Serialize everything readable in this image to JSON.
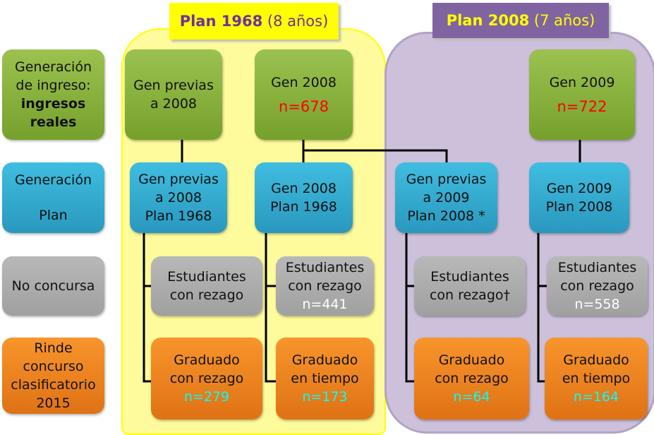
{
  "titles": {
    "plan1968_bold": "Plan 1968",
    "plan1968_rest": "(8 años)",
    "plan2008_bold": "Plan 2008",
    "plan2008_rest": "(7 años)"
  },
  "legend": {
    "row1_line1": "Generación",
    "row1_line2": "de ingreso:",
    "row1_line3": "ingresos",
    "row1_line4": "reales",
    "row2_line1": "Generación",
    "row2_line2": "Plan",
    "row3": "No concursa",
    "row4_line1": "Rinde",
    "row4_line2": "concurso",
    "row4_line3": "clasificatorio",
    "row4_line4": "2015"
  },
  "green": {
    "a1": "Gen previas",
    "a2": "a 2008",
    "b1": "Gen 2008",
    "b_n": "n=678",
    "c1": "Gen 2009",
    "c_n": "n=722"
  },
  "blue": {
    "a1": "Gen previas",
    "a2": "a 2008",
    "a3": "Plan 1968",
    "b1": "Gen 2008",
    "b2": "Plan 1968",
    "c1": "Gen previas",
    "c2": "a 2009",
    "c3": "Plan 2008 *",
    "d1": "Gen 2009",
    "d2": "Plan 2008"
  },
  "gray": {
    "a1": "Estudiantes",
    "a2": "con rezago",
    "b1": "Estudiantes",
    "b2": "con rezago",
    "b_n": "n=441",
    "c1": "Estudiantes",
    "c2": "con rezago†",
    "d1": "Estudiantes",
    "d2": "con rezago",
    "d_n": "n=558"
  },
  "orange": {
    "a1": "Graduado",
    "a2": "con  rezago",
    "a_n": "n=279",
    "b1": "Graduado",
    "b2": "en tiempo",
    "b_n": "n=173",
    "c1": "Graduado",
    "c2": "con rezago",
    "c_n": "n=64",
    "d1": "Graduado",
    "d2": "en tiempo",
    "d_n": "n=164"
  }
}
